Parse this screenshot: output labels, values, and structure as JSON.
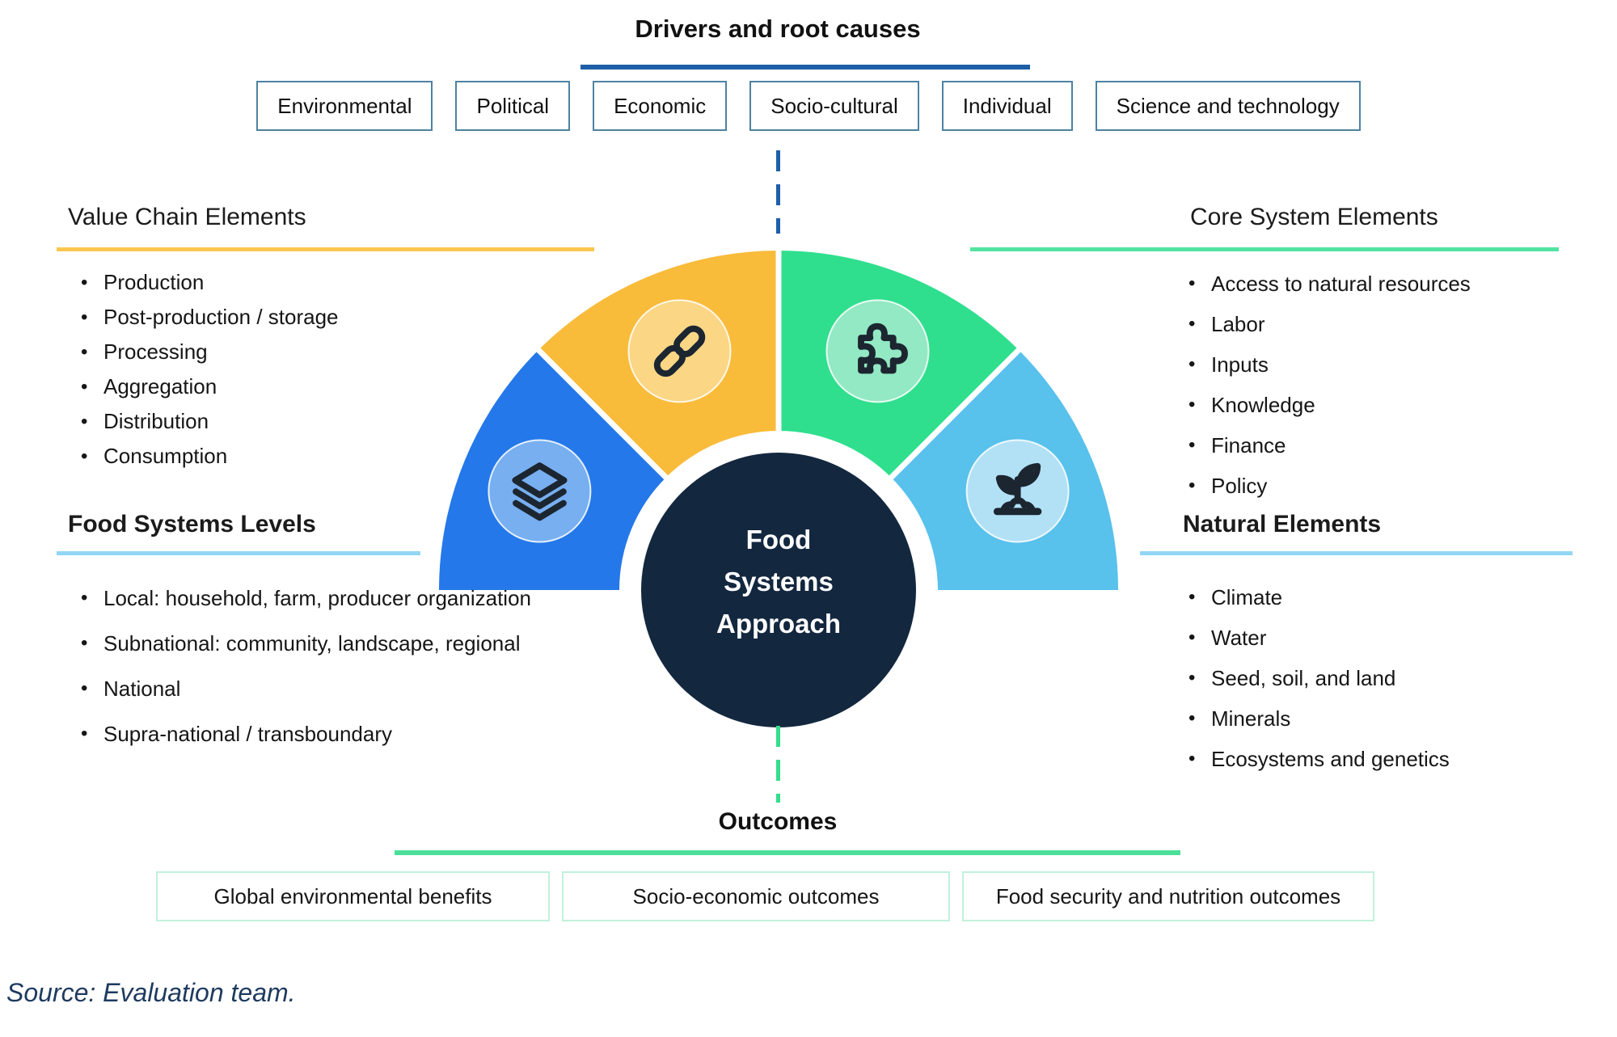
{
  "drivers": {
    "title": "Drivers and root causes",
    "boxes": [
      "Environmental",
      "Political",
      "Economic",
      "Socio-cultural",
      "Individual",
      "Science and technology"
    ]
  },
  "value_chain": {
    "title": "Value Chain Elements",
    "items": [
      "Production",
      "Post-production / storage",
      "Processing",
      "Aggregation",
      "Distribution",
      "Consumption"
    ]
  },
  "levels": {
    "title": "Food Systems Levels",
    "items": [
      "Local: household, farm, producer organization",
      "Subnational: community, landscape, regional",
      "National",
      "Supra-national / transboundary"
    ]
  },
  "core": {
    "title": "Core System Elements",
    "items": [
      "Access to natural resources",
      "Labor",
      "Inputs",
      "Knowledge",
      "Finance",
      "Policy"
    ]
  },
  "natural": {
    "title": "Natural Elements",
    "items": [
      "Climate",
      "Water",
      "Seed, soil, and land",
      "Minerals",
      "Ecosystems and genetics"
    ]
  },
  "center": {
    "label": "Food Systems Approach",
    "lines": [
      "Food",
      "Systems",
      "Approach"
    ]
  },
  "outcomes": {
    "title": "Outcomes",
    "boxes": [
      "Global environmental benefits",
      "Socio-economic outcomes",
      "Food security and nutrition outcomes"
    ]
  },
  "source": {
    "text": "Source: Evaluation team."
  },
  "icons": {
    "blue_segment": "layers-icon",
    "yellow_segment": "chain-link-icon",
    "green_segment": "puzzle-icon",
    "lightblue_segment": "sprout-icon"
  },
  "colors": {
    "drivers_underline": "#1E5FA8",
    "driver_box_border": "#4D82A2",
    "value_chain_underline": "#FBC74F",
    "levels_underline": "#92D6F4",
    "core_underline": "#53E4A2",
    "natural_underline": "#92D6F4",
    "outcomes_underline": "#4BDF99",
    "outcome_box_border": "#C2F1DC",
    "segment_blue": "#2478E9",
    "segment_yellow": "#F9BB3A",
    "segment_green": "#2FDF8E",
    "segment_lightblue": "#58C1EC",
    "bubble_blue": "#77AFF1",
    "bubble_yellow": "#FAD685",
    "bubble_green": "#92E9C3",
    "bubble_lightblue": "#B2E1F6",
    "center_circle": "#13273F",
    "dash_top": "#1E5FA8",
    "dash_bottom": "#35DD8C",
    "source_text": "#1E3A5F"
  }
}
